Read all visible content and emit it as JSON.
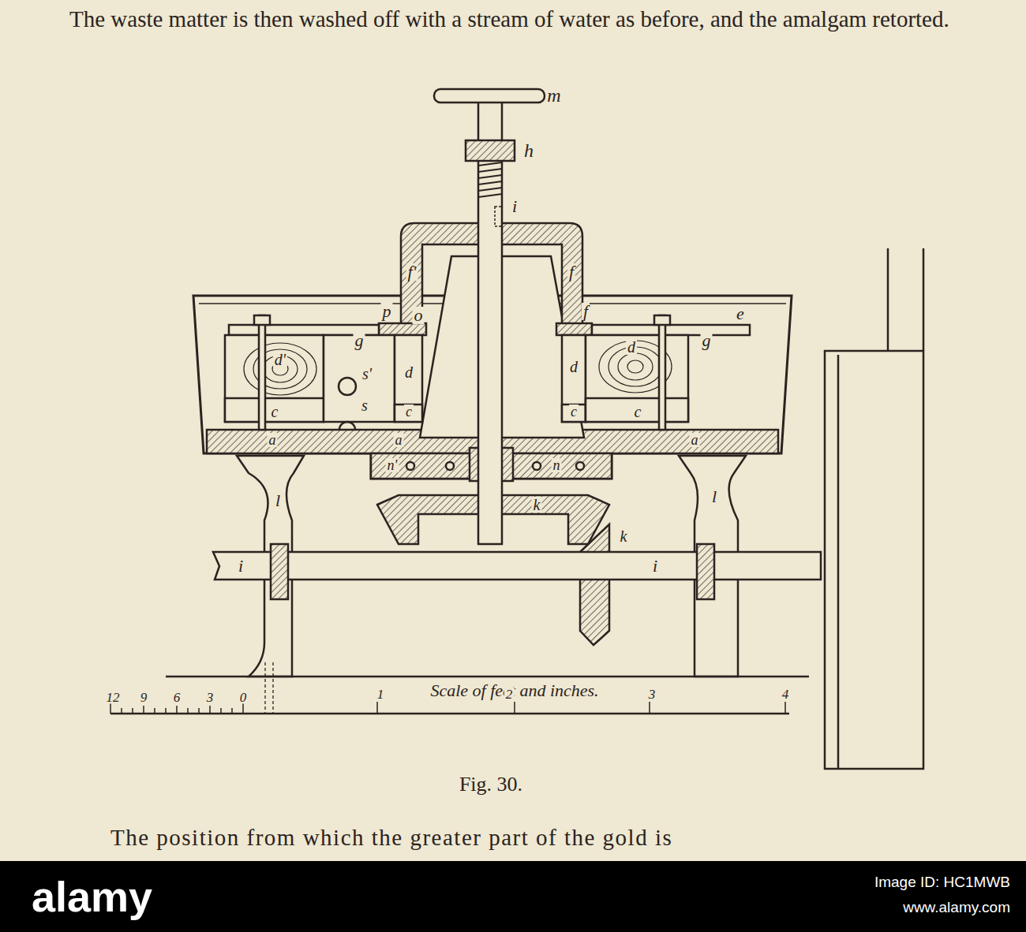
{
  "diagram": {
    "caption": "Fig. 30.",
    "labels": [
      "The waste matter is then washed off with a stream of water as before, and the amalgam retorted.",
      "m",
      "h",
      "i",
      "f'",
      "f",
      "p",
      "o",
      "f",
      "e",
      "g",
      "g",
      "d'",
      "s'",
      "d",
      "d",
      "d",
      "s",
      "c",
      "c",
      "c",
      "c",
      "a",
      "a",
      "a",
      "n'",
      "n",
      "k",
      "k",
      "l",
      "l",
      "i",
      "i",
      "Scale of feet and inches.",
      "12",
      "9",
      "6",
      "3",
      "0",
      "1",
      "2",
      "3",
      "4",
      "The position from which the greater part of the gold is",
      "alamy",
      "Image ID: HC1MWB",
      "www.alamy.com"
    ]
  }
}
